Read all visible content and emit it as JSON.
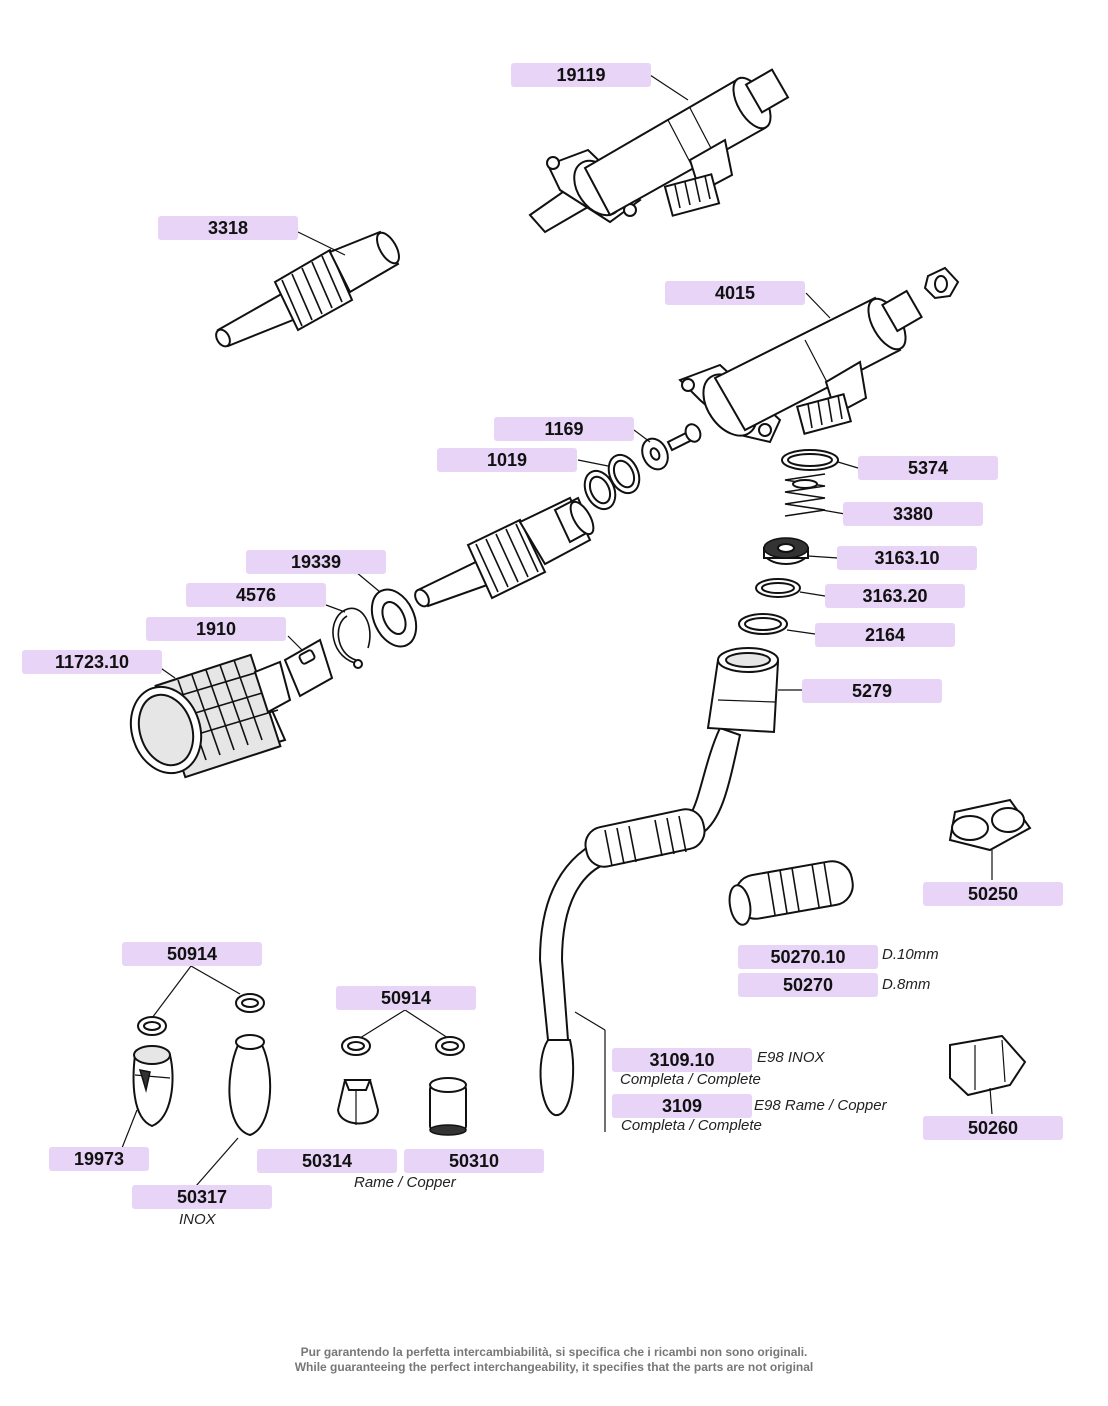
{
  "parts": {
    "p19119": "19119",
    "p3318": "3318",
    "p4015": "4015",
    "p1169": "1169",
    "p1019": "1019",
    "p5374": "5374",
    "p3380": "3380",
    "p3163_10": "3163.10",
    "p19339": "19339",
    "p3163_20": "3163.20",
    "p4576": "4576",
    "p2164": "2164",
    "p1910": "1910",
    "p11723_10": "11723.10",
    "p5279": "5279",
    "p50250": "50250",
    "p50270_10": "50270.10",
    "p50270": "50270",
    "p50914_left": "50914",
    "p50914_mid": "50914",
    "p3109_10": "3109.10",
    "p3109": "3109",
    "p19973": "19973",
    "p50314": "50314",
    "p50310": "50310",
    "p50260": "50260",
    "p50317": "50317"
  },
  "notes": {
    "d10": "D.10mm",
    "d8": "D.8mm",
    "e98_inox": "E98 INOX",
    "complete_1": "Completa / Complete",
    "e98_copper": "E98 Rame / Copper",
    "complete_2": "Completa / Complete",
    "rame_copper": "Rame / Copper",
    "inox": "INOX"
  },
  "footer": {
    "line_it": "Pur garantendo la perfetta intercambiabilità, si specifica che i ricambi non sono originali.",
    "line_en": "While guaranteeing the perfect interchangeability, it specifies that the parts are not original"
  },
  "colors": {
    "label_bg": "#e7d4f6",
    "footer_text": "#777777"
  }
}
